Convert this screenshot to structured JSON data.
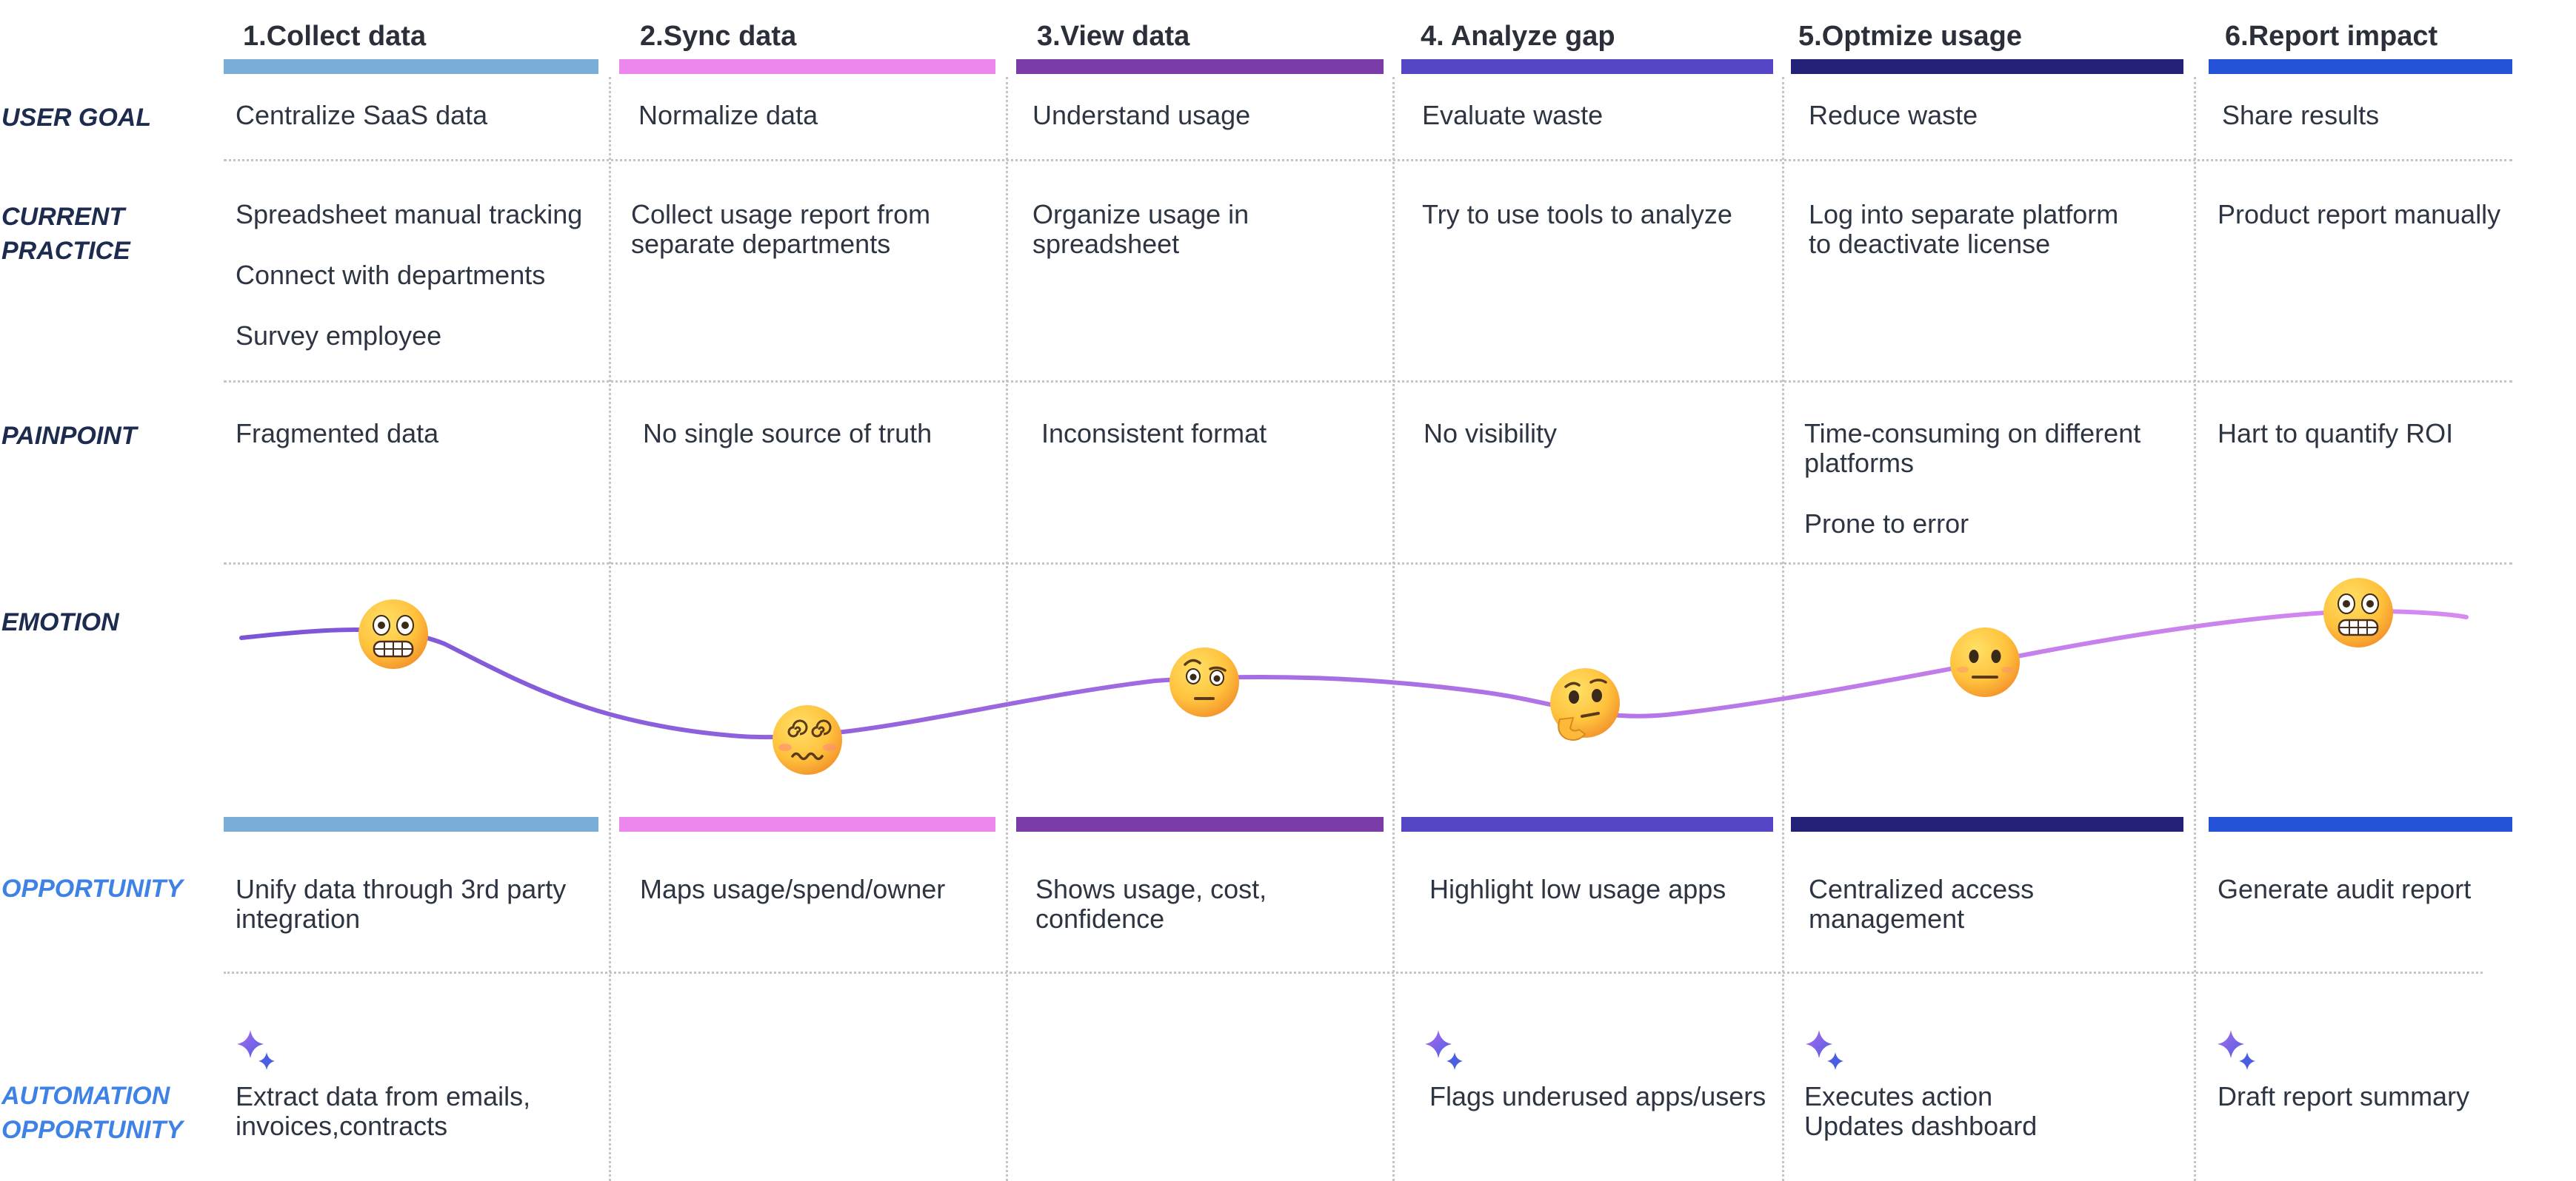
{
  "phases": [
    {
      "title": "1.Collect data",
      "color": "#7aaed8"
    },
    {
      "title": "2.Sync data",
      "color": "#ed86ef"
    },
    {
      "title": "3.View data",
      "color": "#7a3ca8"
    },
    {
      "title": "4.  Analyze gap",
      "color": "#5446c4"
    },
    {
      "title": "5.Optmize usage",
      "color": "#232178"
    },
    {
      "title": "6.Report impact",
      "color": "#2453d8"
    }
  ],
  "row_labels": {
    "user_goal": "USER GOAL",
    "current_practice": "CURRENT\nPRACTICE",
    "painpoint": "PAINPOINT",
    "emotion": "EMOTION",
    "opportunity": "OPPORTUNITY",
    "automation_opportunity": "AUTOMATION\nOPPORTUNITY"
  },
  "user_goal": [
    "Centralize SaaS data",
    "Normalize data",
    "Understand usage",
    "Evaluate waste",
    "Reduce waste",
    "Share results"
  ],
  "current_practice": [
    [
      "Spreadsheet manual tracking",
      "Connect with departments",
      "Survey employee"
    ],
    [
      "Collect usage report from\nseparate departments"
    ],
    [
      "Organize usage in\nspreadsheet"
    ],
    [
      "Try to use tools to analyze"
    ],
    [
      "Log into separate platform\nto deactivate license"
    ],
    [
      "Product report manually"
    ]
  ],
  "painpoint": [
    [
      "Fragmented data"
    ],
    [
      "No single source of truth"
    ],
    [
      "Inconsistent format"
    ],
    [
      "No visibility"
    ],
    [
      "Time-consuming on different\nplatforms",
      "Prone to error"
    ],
    [
      "Hart to quantify ROI"
    ]
  ],
  "emotion": {
    "faces": [
      "grimacing-face-icon",
      "dizzy-face-icon",
      "raised-eyebrow-face-icon",
      "thinking-face-icon",
      "neutral-face-icon",
      "grimacing-face-icon"
    ],
    "gradient_start": "#7b55d6",
    "gradient_end": "#d68af0"
  },
  "opportunity": [
    "Unify data through 3rd party\nintegration",
    "Maps usage/spend/owner",
    "Shows usage, cost,\nconfidence",
    "Highlight low usage apps",
    "Centralized access\nmanagement",
    "Generate audit report"
  ],
  "automation_opportunity": [
    {
      "text": "Extract data from emails,\ninvoices,contracts",
      "sparkle": true
    },
    {
      "text": "",
      "sparkle": false
    },
    {
      "text": "",
      "sparkle": false
    },
    {
      "text": "Flags underused apps/users",
      "sparkle": true
    },
    {
      "text": "Executes action\nUpdates dashboard",
      "sparkle": true
    },
    {
      "text": "Draft report summary",
      "sparkle": true
    }
  ]
}
